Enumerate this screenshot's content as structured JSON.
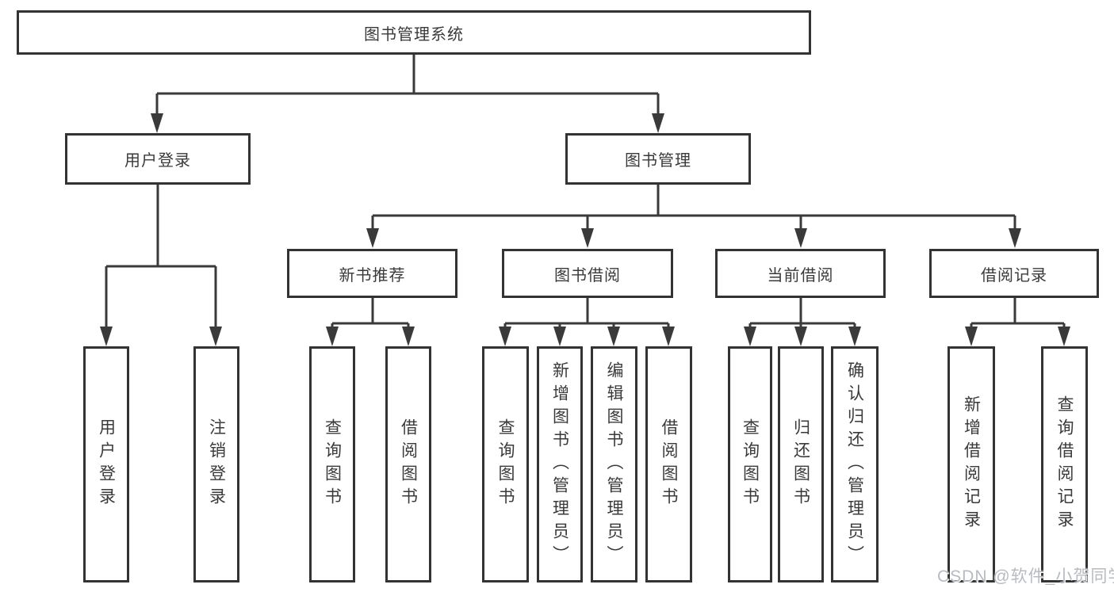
{
  "diagram": {
    "root": {
      "label": "图书管理系统"
    },
    "user_login": {
      "label": "用户登录",
      "children": [
        {
          "label": "用户登录"
        },
        {
          "label": "注销登录"
        }
      ]
    },
    "book_management": {
      "label": "图书管理",
      "groups": [
        {
          "label": "新书推荐",
          "children": [
            {
              "label": "查询图书"
            },
            {
              "label": "借阅图书"
            }
          ]
        },
        {
          "label": "图书借阅",
          "children": [
            {
              "label": "查询图书"
            },
            {
              "label": "新增图书（管理员）"
            },
            {
              "label": "编辑图书（管理员）"
            },
            {
              "label": "借阅图书"
            }
          ]
        },
        {
          "label": "当前借阅",
          "children": [
            {
              "label": "查询图书"
            },
            {
              "label": "归还图书"
            },
            {
              "label": "确认归还（管理员）"
            }
          ]
        },
        {
          "label": "借阅记录",
          "children": [
            {
              "label": "新增借阅记录"
            },
            {
              "label": "查询借阅记录"
            }
          ]
        }
      ]
    },
    "watermark": {
      "text": "CSDN @软件_小贺同学"
    },
    "colors": {
      "line": "#3a3a3a",
      "border": "#333333",
      "text": "#3a3a3a",
      "watermark": "#b7bbc1",
      "background": "#ffffff"
    }
  }
}
